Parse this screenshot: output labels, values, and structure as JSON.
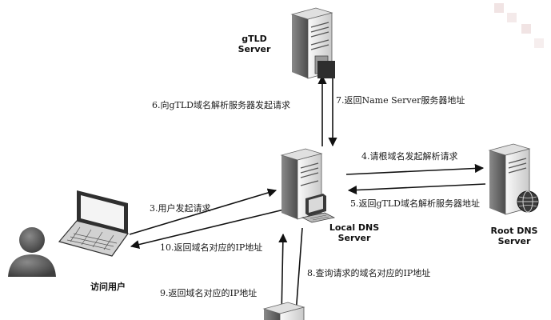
{
  "nodes": {
    "gtld": {
      "line1": "gTLD",
      "line2": "Server"
    },
    "local": {
      "line1": "Local DNS",
      "line2": "Server"
    },
    "root": {
      "line1": "Root DNS",
      "line2": "Server"
    },
    "user": {
      "label": "访问用户"
    }
  },
  "steps": {
    "s3": "3.用户发起请求",
    "s4": "4.请根域名发起解析请求",
    "s5": "5.返回gTLD域名解析服务器地址",
    "s6": "6.向gTLD域名解析服务器发起请求",
    "s7": "7.返回Name Server服务器地址",
    "s8": "8.查询请求的域名对应的IP地址",
    "s9": "9.返回域名对应的IP地址",
    "s10": "10.返回域名对应的IP地址"
  },
  "colors": {
    "arrow": "#111111",
    "server_light": "#f2f2f2",
    "server_mid": "#bdbdbd",
    "server_dark": "#5a5a5a",
    "person": "#5e5e5e",
    "globe": "#3a3a3a"
  }
}
